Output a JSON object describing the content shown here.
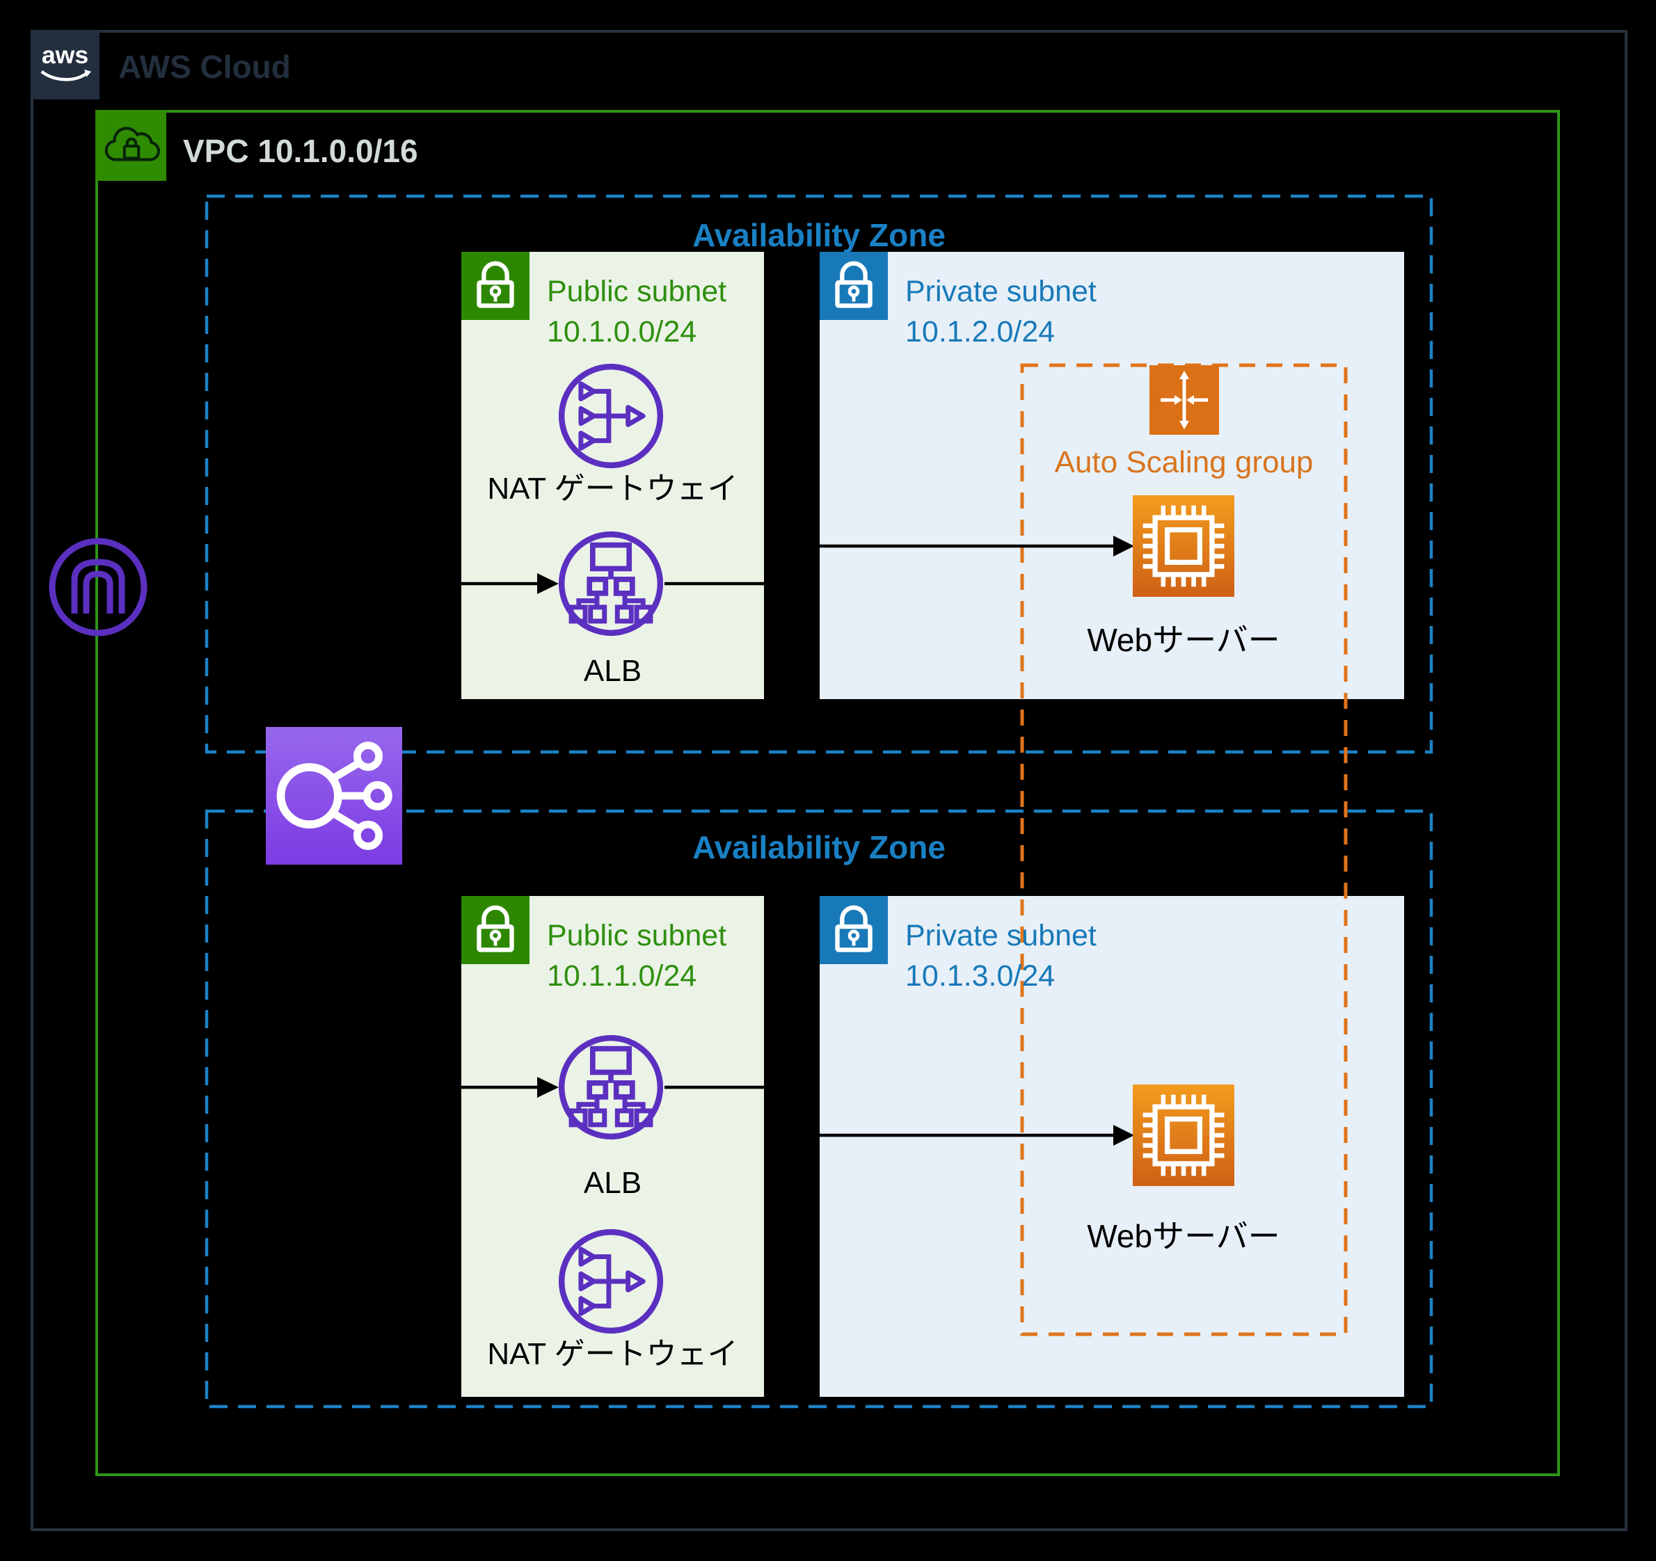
{
  "header": {
    "logo_text": "aws",
    "title": "AWS Cloud"
  },
  "vpc": {
    "label": "VPC 10.1.0.0/16"
  },
  "availability_zones": [
    {
      "label": "Availability Zone",
      "public_subnet": {
        "title": "Public subnet",
        "cidr": "10.1.0.0/24",
        "nat_gateway_label": "NAT ゲートウェイ",
        "alb_label": "ALB"
      },
      "private_subnet": {
        "title": "Private subnet",
        "cidr": "10.1.2.0/24",
        "web_server_label": "Webサーバー"
      }
    },
    {
      "label": "Availability Zone",
      "public_subnet": {
        "title": "Public subnet",
        "cidr": "10.1.1.0/24",
        "alb_label": "ALB",
        "nat_gateway_label": "NAT ゲートウェイ"
      },
      "private_subnet": {
        "title": "Private subnet",
        "cidr": "10.1.3.0/24",
        "web_server_label": "Webサーバー"
      }
    }
  ],
  "auto_scaling_group": {
    "label": "Auto Scaling group"
  },
  "colors": {
    "background": "#000000",
    "aws_frame": "#27333F",
    "aws_logo_box": "#232F3E",
    "vpc_border_green": "#2E9418",
    "green_icon_box": "#2E8700",
    "public_subnet_bg": "#EBF3E7",
    "public_text_green": "#2E8F0E",
    "private_subnet_bg": "#E7F0F8",
    "blue_icon_box": "#1879B8",
    "az_dash_blue": "#1C82C5",
    "asg_orange": "#D9741D",
    "ec2_orange_top": "#F39C1E",
    "ec2_orange_bottom": "#CE6015",
    "elb_purple_top": "#9767EC",
    "elb_purple_bottom": "#7C3BE3",
    "network_purple": "#5B30C0",
    "vpc_label_text": "#D3DADA"
  }
}
